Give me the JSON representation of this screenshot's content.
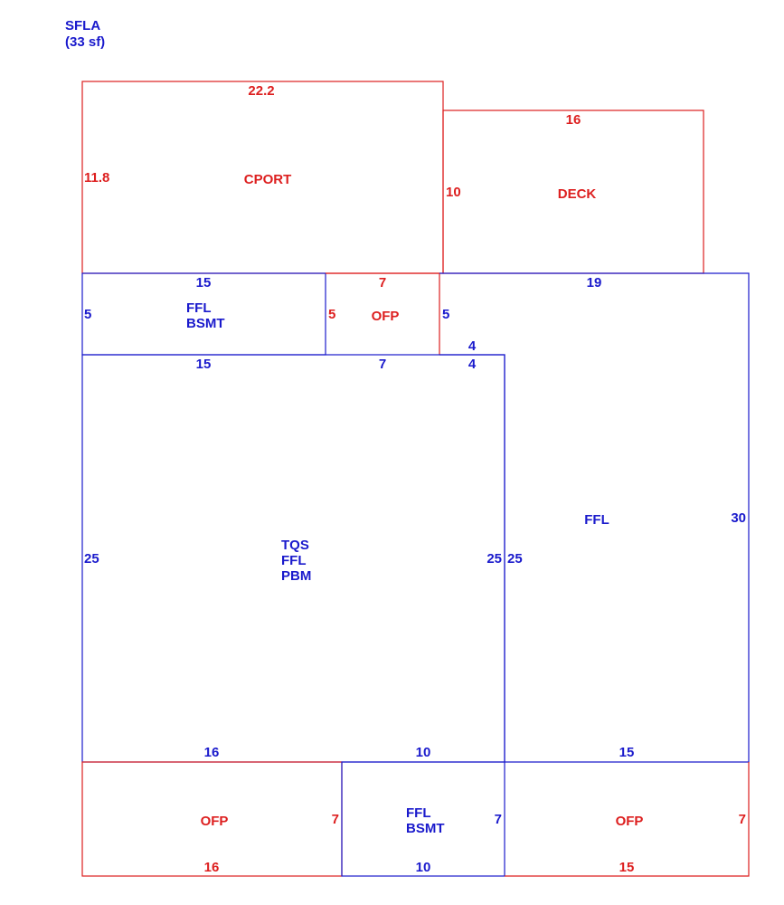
{
  "colors": {
    "living": "#1a1acc",
    "other": "#dd1f1f",
    "background": "#ffffff"
  },
  "summary": {
    "line1": "SFLA",
    "line2": "(33 sf)"
  },
  "areas": {
    "cport": {
      "name": "CPORT",
      "top": "22.2",
      "left": "11.8"
    },
    "deck": {
      "name": "DECK",
      "top": "16",
      "left": "10"
    },
    "ffl_bsmt_upper": {
      "line1": "FFL",
      "line2": "BSMT",
      "top": "15",
      "left": "5",
      "bottom": "15"
    },
    "ofp_middle": {
      "name": "OFP",
      "top": "7",
      "left": "5",
      "right": "5",
      "bottom": "7"
    },
    "ffl_right": {
      "name": "FFL",
      "top": "19",
      "right": "30",
      "step_a": "4",
      "step_b": "4",
      "left": "25",
      "bottom": "15"
    },
    "tqs_main": {
      "line1": "TQS",
      "line2": "FFL",
      "line3": "PBM",
      "left": "25",
      "right": "25",
      "bottom_a": "16",
      "bottom_b": "10"
    },
    "ofp_bottom_left": {
      "name": "OFP",
      "right": "7",
      "bottom": "16"
    },
    "ffl_bsmt_lower": {
      "line1": "FFL",
      "line2": "BSMT",
      "right": "7",
      "bottom": "10"
    },
    "ofp_bottom_right": {
      "name": "OFP",
      "right": "7",
      "bottom": "15"
    }
  }
}
